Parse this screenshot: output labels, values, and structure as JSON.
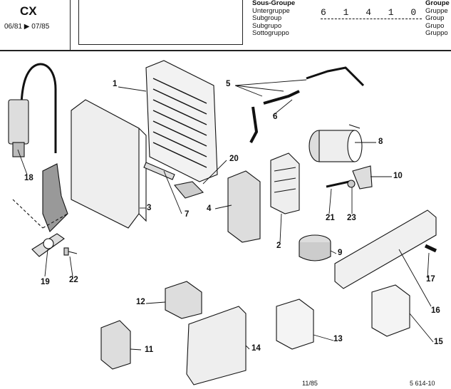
{
  "header": {
    "model": "CX",
    "dates": "06/81 ▶ 07/85",
    "group_code": "6 1 4  1 0",
    "labels_left": [
      "Sous-Groupe",
      "Untergruppe",
      "Subgroup",
      "Subgrupo",
      "Sottogruppo"
    ],
    "labels_right": [
      "Groupe",
      "Gruppe",
      "Group",
      "Grupo",
      "Gruppo"
    ]
  },
  "callouts": [
    "1",
    "5",
    "6",
    "8",
    "18",
    "20",
    "10",
    "3",
    "7",
    "4",
    "21",
    "23",
    "2",
    "9",
    "19",
    "22",
    "17",
    "16",
    "12",
    "13",
    "14",
    "15",
    "11"
  ],
  "footer": {
    "date": "11/85",
    "page": "5 614-10"
  }
}
